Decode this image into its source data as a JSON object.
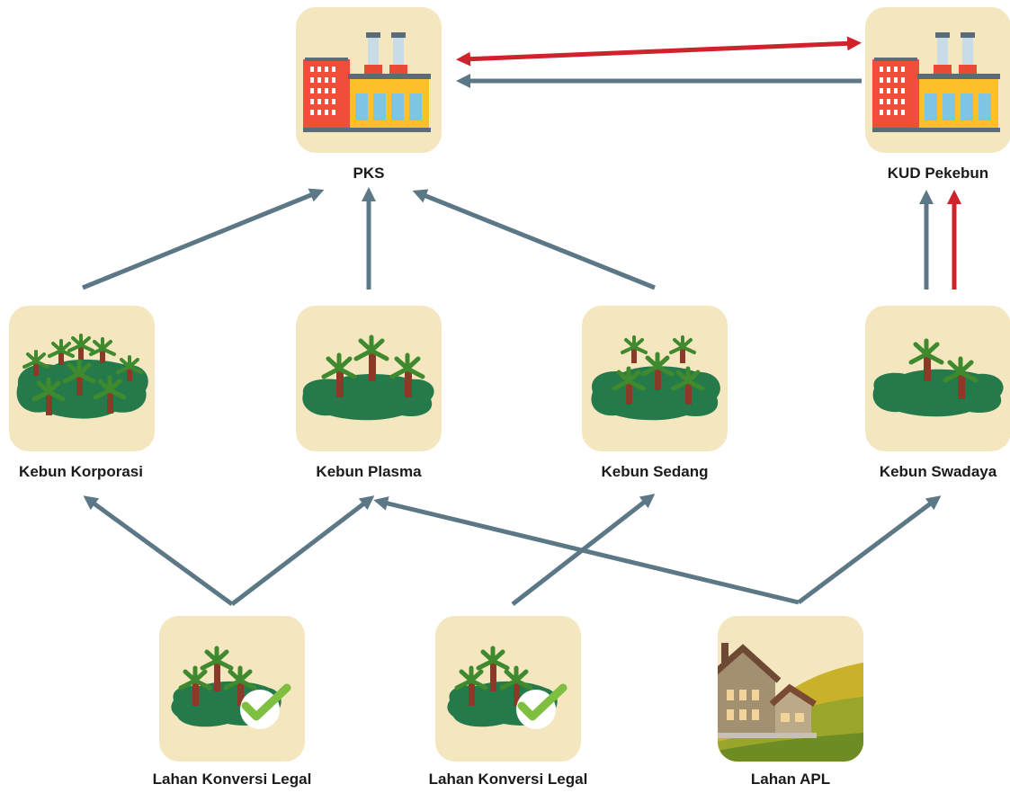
{
  "nodes": {
    "pks": {
      "label": "PKS",
      "icon": "factory-icon"
    },
    "kud": {
      "label": "KUD Pekebun",
      "icon": "factory-icon"
    },
    "korporasi": {
      "label": "Kebun Korporasi",
      "icon": "palm-plantation-icon"
    },
    "plasma": {
      "label": "Kebun Plasma",
      "icon": "palm-plantation-icon"
    },
    "sedang": {
      "label": "Kebun Sedang",
      "icon": "palm-plantation-icon"
    },
    "swadaya": {
      "label": "Kebun Swadaya",
      "icon": "palm-plantation-icon"
    },
    "legal1": {
      "label": "Lahan Konversi Legal",
      "icon": "legal-plantation-check-icon"
    },
    "legal2": {
      "label": "Lahan Konversi Legal",
      "icon": "legal-plantation-check-icon"
    },
    "apl": {
      "label": "Lahan APL",
      "icon": "house-farmland-icon"
    }
  },
  "edges": [
    {
      "from": "korporasi",
      "to": "pks",
      "color": "#5c7886"
    },
    {
      "from": "plasma",
      "to": "pks",
      "color": "#5c7886"
    },
    {
      "from": "sedang",
      "to": "pks",
      "color": "#5c7886"
    },
    {
      "from": "swadaya",
      "to": "kud",
      "color": "#5c7886"
    },
    {
      "from": "swadaya",
      "to": "kud",
      "color": "#d0222b"
    },
    {
      "from": "kud",
      "to": "pks",
      "color": "#5c7886"
    },
    {
      "from": "kud",
      "to": "pks",
      "color": "#d0222b",
      "bidirectional": true
    },
    {
      "from": "legal1",
      "to": "korporasi",
      "color": "#5c7886"
    },
    {
      "from": "legal1",
      "to": "plasma",
      "color": "#5c7886"
    },
    {
      "from": "legal2",
      "to": "sedang",
      "color": "#5c7886"
    },
    {
      "from": "apl",
      "to": "plasma",
      "color": "#5c7886"
    },
    {
      "from": "apl",
      "to": "swadaya",
      "color": "#5c7886"
    }
  ],
  "colors": {
    "tile": "#f4e6bf",
    "arrow": "#5c7886",
    "arrow_highlight": "#d0222b",
    "ground": "#257a4b"
  }
}
